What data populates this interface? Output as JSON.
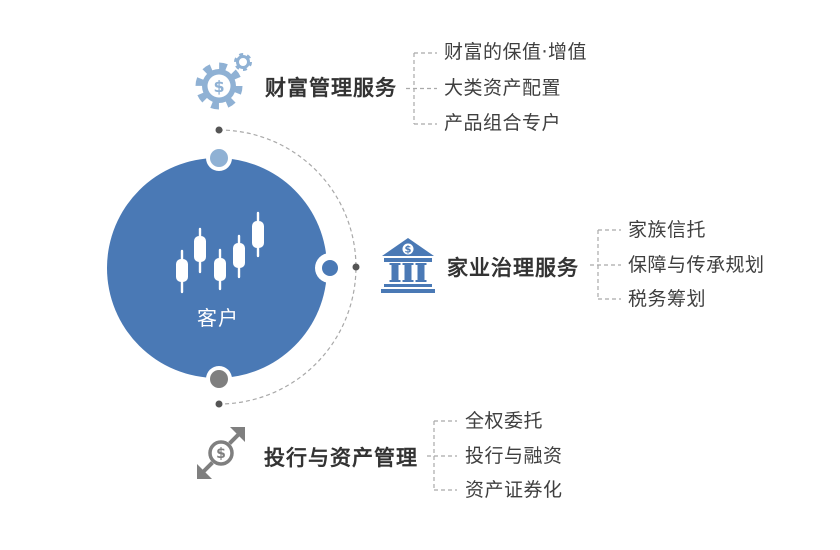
{
  "center": {
    "label": "客户",
    "icon": "candlestick-chart-icon"
  },
  "services": [
    {
      "title": "财富管理服务",
      "icon": "gear-dollar-icon",
      "icon_glyph": "$",
      "items": [
        "财富的保值·增值",
        "大类资产配置",
        "产品组合专户"
      ]
    },
    {
      "title": "家业治理服务",
      "icon": "bank-icon",
      "icon_glyph": "$",
      "items": [
        "家族信托",
        "保障与传承规划",
        "税务筹划"
      ]
    },
    {
      "title": "投行与资产管理",
      "icon": "currency-exchange-icon",
      "icon_glyph": "$",
      "items": [
        "全权委托",
        "投行与融资",
        "资产证券化"
      ]
    }
  ],
  "colors": {
    "primary": "#4a79b5",
    "light_blue": "#8fb1d4",
    "gray": "#7f7f7f",
    "connector": "#a9a9a9",
    "dot": "#555555",
    "title_text": "#333333",
    "item_text": "#3f3f3f"
  }
}
